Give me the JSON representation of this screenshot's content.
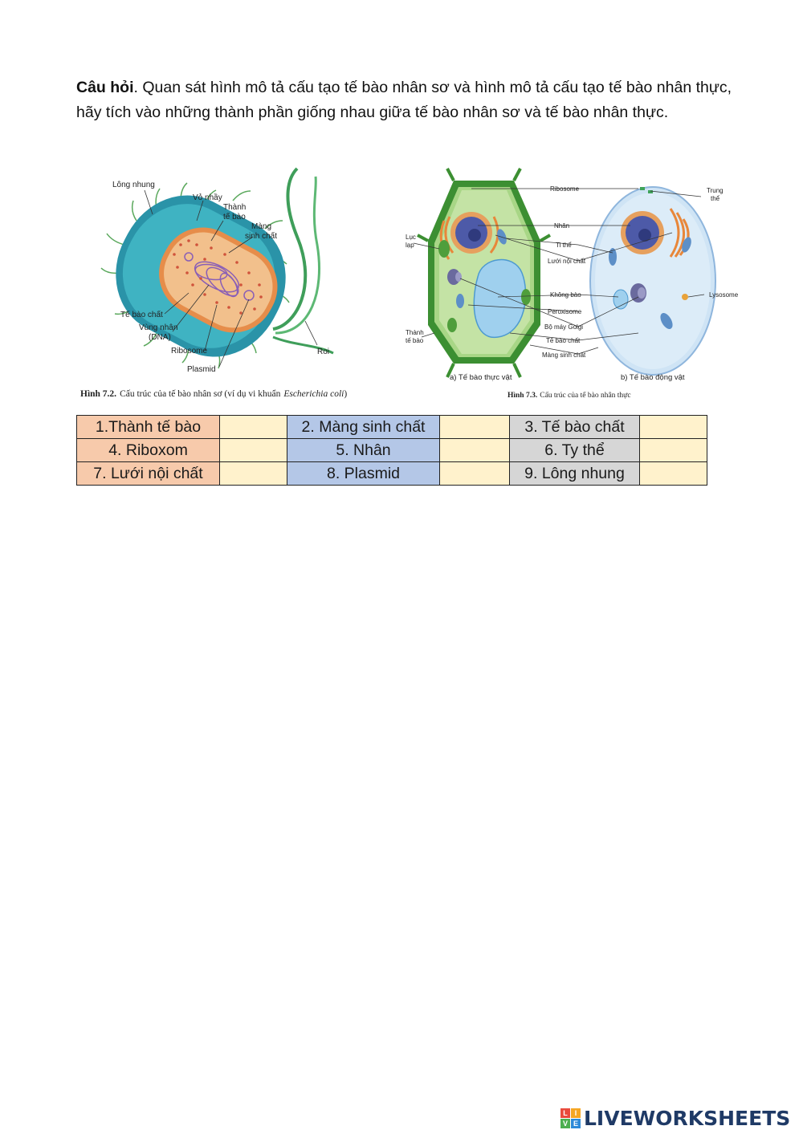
{
  "question": {
    "lead": "Câu hỏi",
    "text": ". Quan sát hình mô tả cấu tạo tế bào nhân sơ và hình mô tả cấu tạo tế bào nhân thực, hãy tích vào những thành phần giống nhau giữa tế bào nhân sơ và tế bào nhân thực."
  },
  "figure_left": {
    "labels": {
      "long_nhung": "Lông nhung",
      "vo_nhay": "Vỏ nhầy",
      "thanh": "Thành",
      "te_bao": "tế bào",
      "mang": "Màng",
      "sinh_chat": "sinh chất",
      "te_bao_chat": "Tế bào chất",
      "vung_nhan": "Vùng nhân",
      "dna": "(DNA)",
      "ribosome": "Ribosome",
      "plasmid": "Plasmid",
      "roi": "Roi"
    },
    "caption_bold": "Hình 7.2.",
    "caption_text": "Cấu trúc của tế bào nhân sơ (ví dụ vi khuẩn",
    "caption_italic": "Escherichia coli",
    "caption_end": ")"
  },
  "figure_right": {
    "labels": {
      "ribosome": "Ribosome",
      "trung": "Trung",
      "the": "thể",
      "luc": "Lục",
      "lap": "lạp",
      "nhan": "Nhân",
      "ti_the": "Ti thể",
      "luoi_noi_chat": "Lưới nội chất",
      "lysosome": "Lysosome",
      "khong_bao": "Không bào",
      "peroxisome": "Peroxisome",
      "bo_may_golgi": "Bộ máy Golgi",
      "te_bao_chat": "Tế bào chất",
      "thanh": "Thành",
      "te_bao": "tế bào",
      "mang_sinh_chat": "Màng sinh chất",
      "sub_a": "a) Tế bào thực vật",
      "sub_b": "b) Tế bào động vật"
    },
    "caption_bold": "Hình 7.3.",
    "caption_text": "Cấu trúc của tế bào nhân thực"
  },
  "table": {
    "rows": [
      [
        "1.Thành tế bào",
        "2. Màng sinh chất",
        "3. Tế bào chất"
      ],
      [
        "4. Riboxom",
        "5. Nhân",
        "6. Ty thể"
      ],
      [
        "7. Lưới nội chất",
        "8. Plasmid",
        "9. Lông nhung"
      ]
    ],
    "colors": {
      "col1": "#f7caab",
      "col2": "#b4c7e7",
      "col3": "#d6d6d6",
      "checkbox": "#fff2cc"
    }
  },
  "logo": {
    "mark": [
      "L",
      "I",
      "V",
      "E"
    ],
    "text": "LIVEWORKSHEETS"
  }
}
